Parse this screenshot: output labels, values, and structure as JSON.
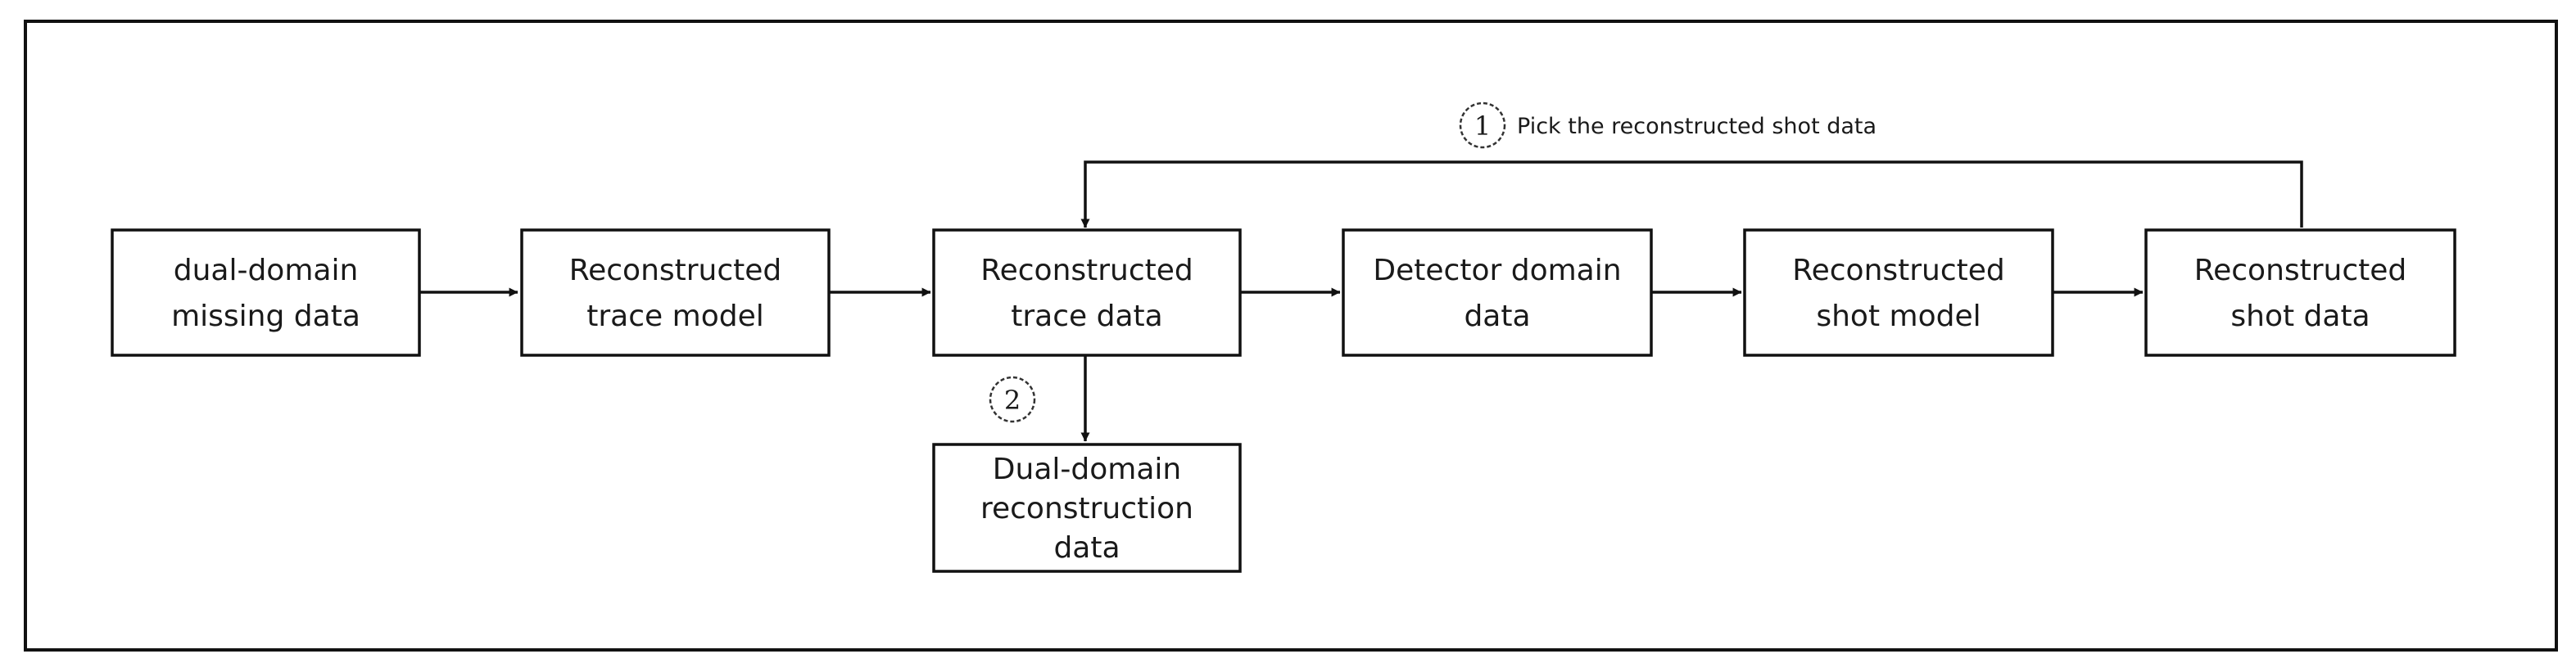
{
  "diagram": {
    "boxes": [
      {
        "id": "dual-domain-missing-data",
        "lines": [
          "dual-domain",
          "missing data"
        ]
      },
      {
        "id": "reconstructed-trace-model",
        "lines": [
          "Reconstructed",
          "trace model"
        ]
      },
      {
        "id": "reconstructed-trace-data",
        "lines": [
          "Reconstructed",
          "trace data"
        ]
      },
      {
        "id": "detector-domain-data",
        "lines": [
          "Detector domain",
          "data"
        ]
      },
      {
        "id": "reconstructed-shot-model",
        "lines": [
          "Reconstructed",
          "shot model"
        ]
      },
      {
        "id": "reconstructed-shot-data",
        "lines": [
          "Reconstructed",
          "shot data"
        ]
      },
      {
        "id": "dual-domain-reconstruction-data",
        "lines": [
          "Dual-domain",
          "reconstruction",
          "data"
        ]
      }
    ],
    "feedback": {
      "marker": "1",
      "label": "Pick the reconstructed shot data"
    },
    "output": {
      "marker": "2"
    },
    "colors": {
      "stroke": "#111111",
      "background": "#ffffff"
    }
  }
}
